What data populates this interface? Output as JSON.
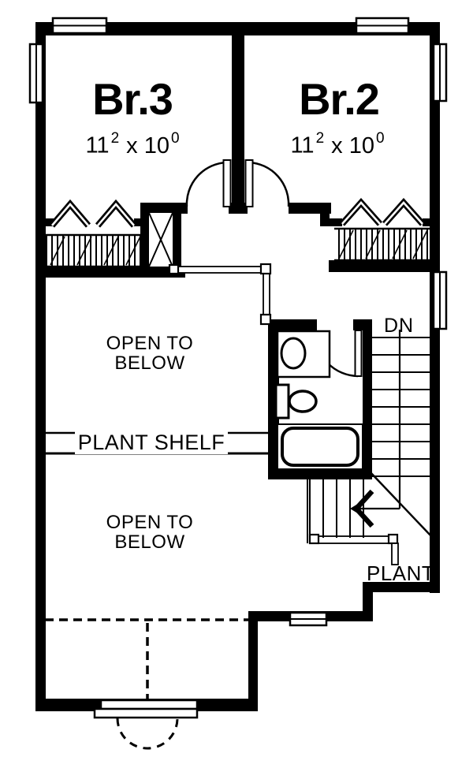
{
  "rooms": {
    "br3": {
      "name": "Br.3",
      "dim": {
        "part1": "11",
        "sup1": "2",
        "part2": "x 10",
        "sup2": "0"
      }
    },
    "br2": {
      "name": "Br.2",
      "dim": {
        "part1": "11",
        "sup1": "2",
        "part2": "x 10",
        "sup2": "0"
      }
    }
  },
  "labels": {
    "open_to_below_upper": {
      "line1": "OPEN TO",
      "line2": "BELOW"
    },
    "open_to_below_lower": {
      "line1": "OPEN TO",
      "line2": "BELOW"
    },
    "plant_shelf": "PLANT SHELF",
    "down": "DN",
    "plant": "PLANT"
  },
  "symbols": {
    "stairs": "stair-run-down",
    "bifold_doors": "closet-bifold-chevrons",
    "closet_rod": "closet-rod-hatch",
    "chase": "x-box-chase",
    "fixtures": [
      "vanity-sink",
      "toilet",
      "bathtub"
    ],
    "dashed_outline": "feature-below-dashed"
  },
  "colors": {
    "ink": "#000000",
    "paper": "#ffffff"
  }
}
